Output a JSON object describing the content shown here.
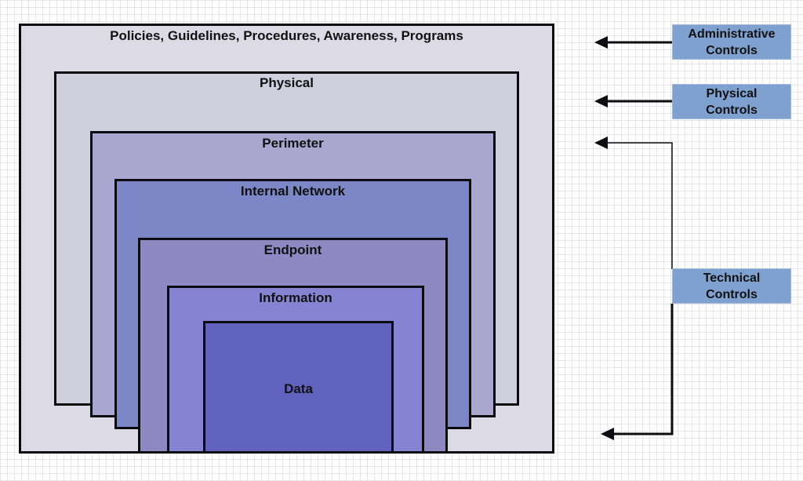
{
  "diagram": {
    "title": "Defense in depth layers",
    "layers": [
      {
        "id": "policies",
        "label": "Policies, Guidelines, Procedures, Awareness, Programs",
        "color": "#dcdbe5"
      },
      {
        "id": "physical",
        "label": "Physical",
        "color": "#d0cfdd"
      },
      {
        "id": "perimeter",
        "label": "Perimeter",
        "color": "#a9a7cf"
      },
      {
        "id": "internal-network",
        "label": "Internal Network",
        "color": "#7b87c6"
      },
      {
        "id": "endpoint",
        "label": "Endpoint",
        "color": "#8f89c3"
      },
      {
        "id": "information",
        "label": "Information",
        "color": "#8584d2"
      },
      {
        "id": "data",
        "label": "Data",
        "color": "#6161be"
      }
    ],
    "controls": [
      {
        "id": "administrative",
        "line1": "Administrative",
        "line2": "Controls",
        "points_to": "policies"
      },
      {
        "id": "physical",
        "line1": "Physical",
        "line2": "Controls",
        "points_to": "physical"
      },
      {
        "id": "technical",
        "line1": "Technical",
        "line2": "Controls",
        "points_to": [
          "perimeter",
          "data"
        ]
      }
    ],
    "control_box_color": "#7fa1d0"
  }
}
